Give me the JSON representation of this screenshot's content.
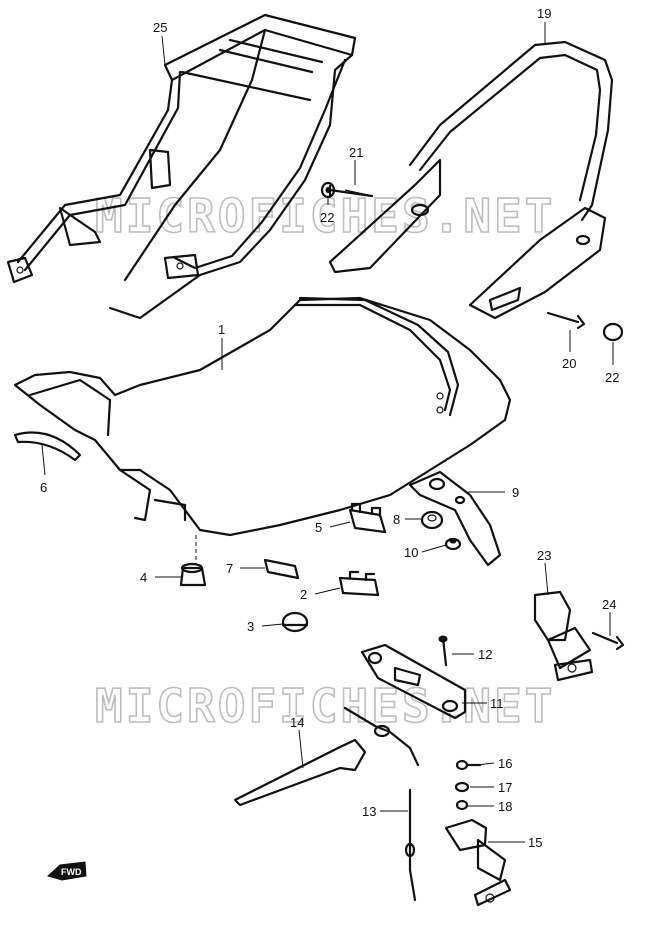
{
  "watermark": "MICROFICHES.NET",
  "fwd_label": "FWD",
  "callouts": {
    "c1": "1",
    "c2": "2",
    "c3": "3",
    "c4": "4",
    "c5": "5",
    "c6": "6",
    "c7": "7",
    "c8": "8",
    "c9": "9",
    "c10": "10",
    "c11": "11",
    "c12": "12",
    "c13": "13",
    "c14": "14",
    "c15": "15",
    "c16": "16",
    "c17": "17",
    "c18": "18",
    "c19": "19",
    "c20": "20",
    "c21": "21",
    "c22a": "22",
    "c22b": "22",
    "c23": "23",
    "c24": "24",
    "c25": "25"
  }
}
